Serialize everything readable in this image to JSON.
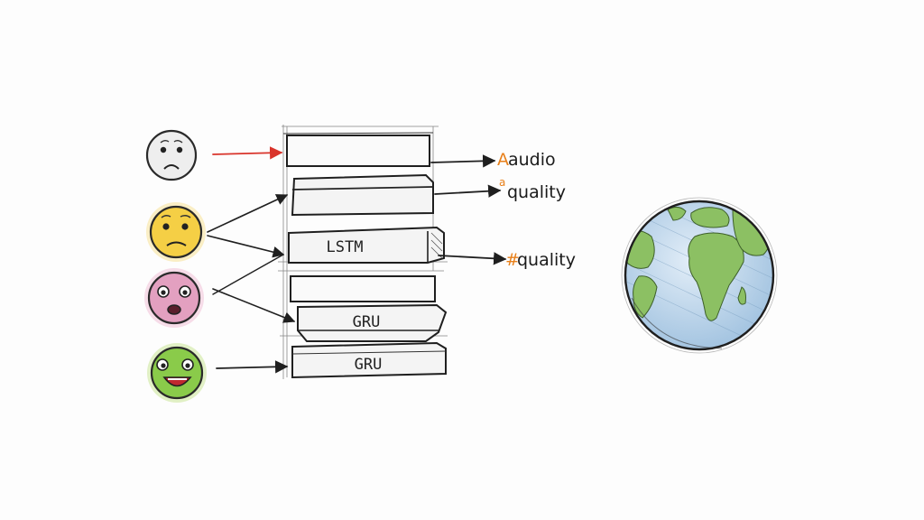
{
  "layers": [
    {
      "label": ""
    },
    {
      "label": ""
    },
    {
      "label": "LSTM"
    },
    {
      "label": ""
    },
    {
      "label": "GRU"
    },
    {
      "label": "GRU"
    }
  ],
  "outputs": [
    {
      "label": "audio",
      "mark": "A"
    },
    {
      "label": "quality",
      "mark": "a"
    },
    {
      "label": "quality",
      "mark": "#"
    }
  ],
  "faces": [
    {
      "name": "sad-face",
      "color": "#e9e9e9"
    },
    {
      "name": "worried-face",
      "color": "#f5d24a"
    },
    {
      "name": "surprised-face",
      "color": "#e8a3c3"
    },
    {
      "name": "happy-face",
      "color": "#8fcf4a"
    }
  ],
  "colors": {
    "red_arrow": "#d9342b",
    "ink": "#1f1f1f",
    "accent_orange": "#e8801a",
    "ocean": "#b9d5ec",
    "land": "#8cc063"
  },
  "globe_icon": "globe-icon"
}
